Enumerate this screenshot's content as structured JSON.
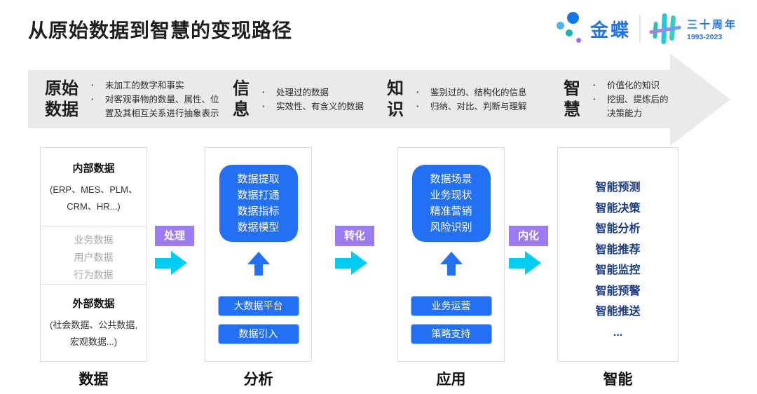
{
  "page": {
    "title": "从原始数据到智慧的变现路径"
  },
  "logo": {
    "brand": "金蝶",
    "anniversary": "三十周年",
    "years": "1993-2023"
  },
  "colors": {
    "accent_blue": "#2270f3",
    "cyan_arrow": "#00cdf4",
    "purple_label": "#9d7bf5",
    "navy_text": "#1b3c80",
    "banner_gray": "#eaeaea",
    "brand_blue": "#2173e8"
  },
  "banner": {
    "stages": [
      {
        "term": "原始数据",
        "term_lines": [
          "原始",
          "数据"
        ],
        "bullets": [
          "未加工的数字和事实",
          "对客观事物的数量、属性、位置及其相互关系进行抽象表示"
        ]
      },
      {
        "term": "信息",
        "term_lines": [
          "信",
          "息"
        ],
        "bullets": [
          "处理过的数据",
          "实效性、有含义的数据"
        ]
      },
      {
        "term": "知识",
        "term_lines": [
          "知",
          "识"
        ],
        "bullets": [
          "鉴别过的、结构化的信息",
          "归纳、对比、判断与理解"
        ]
      },
      {
        "term": "智慧",
        "term_lines": [
          "智",
          "慧"
        ],
        "bullets": [
          "价值化的知识",
          "挖掘、提炼后的决策能力"
        ]
      }
    ]
  },
  "columns": {
    "data": {
      "internal": {
        "title": "内部数据",
        "lines": [
          "(ERP、MES、PLM、",
          "CRM、HR...)"
        ]
      },
      "middle": [
        "业务数据",
        "用户数据",
        "行为数据"
      ],
      "external": {
        "title": "外部数据",
        "lines": [
          "(社会数据、公共数据,",
          "宏观数据...)"
        ]
      },
      "footer": "数据"
    },
    "analysis": {
      "card": [
        "数据提取",
        "数据打通",
        "数据指标",
        "数据模型"
      ],
      "buttons": [
        "大数据平台",
        "数据引入"
      ],
      "footer": "分析"
    },
    "application": {
      "card": [
        "数据场景",
        "业务现状",
        "精准营销",
        "风险识别"
      ],
      "buttons": [
        "业务运营",
        "策略支持"
      ],
      "footer": "应用"
    },
    "intelligence": {
      "items": [
        "智能预测",
        "智能决策",
        "智能分析",
        "智能推荐",
        "智能监控",
        "智能预警",
        "智能推送",
        "..."
      ],
      "footer": "智能"
    }
  },
  "connectors": [
    {
      "label": "处理"
    },
    {
      "label": "转化"
    },
    {
      "label": "内化"
    }
  ]
}
